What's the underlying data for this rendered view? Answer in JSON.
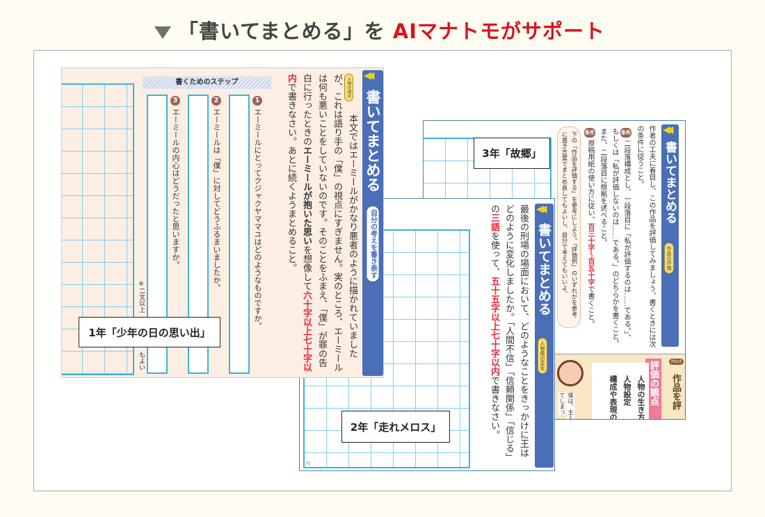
{
  "headline": {
    "icon": "triangle-down-icon",
    "prefix": "「書いてまとめる」を",
    "highlight": "AIマナトモがサポート",
    "accent": "#d7141f"
  },
  "page3": {
    "label": "3年「故郷」",
    "title": "書いてまとめる",
    "tag": "作品の評価",
    "intro": "作者の工夫に着目し、この作品を評価してみましょう。書くときには次の条件に従うこと。",
    "condition1_label": "条件1",
    "condition1": "二段落構成とし、一段落目に「私が評価するのは……である。」、もしくは「私が評価しないのは……である。」のどちらかを書くこと。また、二段落目に根拠を述べること。",
    "condition2_label": "条件2",
    "condition2_pre": "原稿用紙の使い方に従い、",
    "condition2_red": "百三十字～百五十字",
    "condition2_post": "で書くこと。",
    "callout": "下の「作品を評価する」を参考にしよう。「評価例」のいずれかを参考に書き言葉でまとめ直してもよいし、自分で考えてもいいよ。",
    "point_tag": "Point",
    "point_title": "作品を評",
    "viewpoint_title": "評価の観点",
    "viewpoints": [
      "人物の生き方",
      "人物設定",
      "構成や表現の"
    ],
    "speech": "僕は、主人",
    "speech2": "てしまっ"
  },
  "page2": {
    "label": "2年「走れメロス」",
    "title": "書いてまとめる",
    "tag": "人物像の変化",
    "text_pre": "最後の刑場の場面において、どのようなことをきっかけに王はどのように変化しましたか。「人間不信」「信頼関係」「信じる」の",
    "text_red1": "三語",
    "text_mid": "を使って、",
    "text_red2": "五十五字以上七十字以内",
    "text_post": "で書きなさい。",
    "page_number": "70"
  },
  "page1": {
    "label": "1年「少年の日の思い出」",
    "title": "書いてまとめる",
    "subtitle": "自分の考えを書き表す",
    "tag": "人物の視点",
    "text_pre": "本文ではエーミールがかなり悪者のように描かれていましたが、これは語り手の「僕」の視点にすぎません。実のところ、エーミールは何も悪いことをしていないのです。そのことをふまえ、「僕」が罪の告白に行ったときの",
    "text_bold": "エーミールが抱いた思い",
    "text_mid": "を想像して",
    "text_red": "六十字以上七十字以内",
    "text_post": "で書きなさい。あとに続くようまとめること。",
    "steps_header": "書くためのステップ",
    "steps": [
      {
        "num": "1",
        "text": "エーミールにとってクジャクヤママユはどのようなものですか。"
      },
      {
        "num": "2",
        "text": "エーミールは「僕」に対してどうふるまいましたか。"
      },
      {
        "num": "3",
        "text": "エーミールの内心はどうだったと思いますか。"
      }
    ],
    "note_top": "※二文以上",
    "note_bottom": "もよい"
  },
  "colors": {
    "title_bar": "#4a6fb6",
    "grid": "#39b3de",
    "page1_bg": "#fdeee3",
    "red_text": "#e6283a"
  }
}
